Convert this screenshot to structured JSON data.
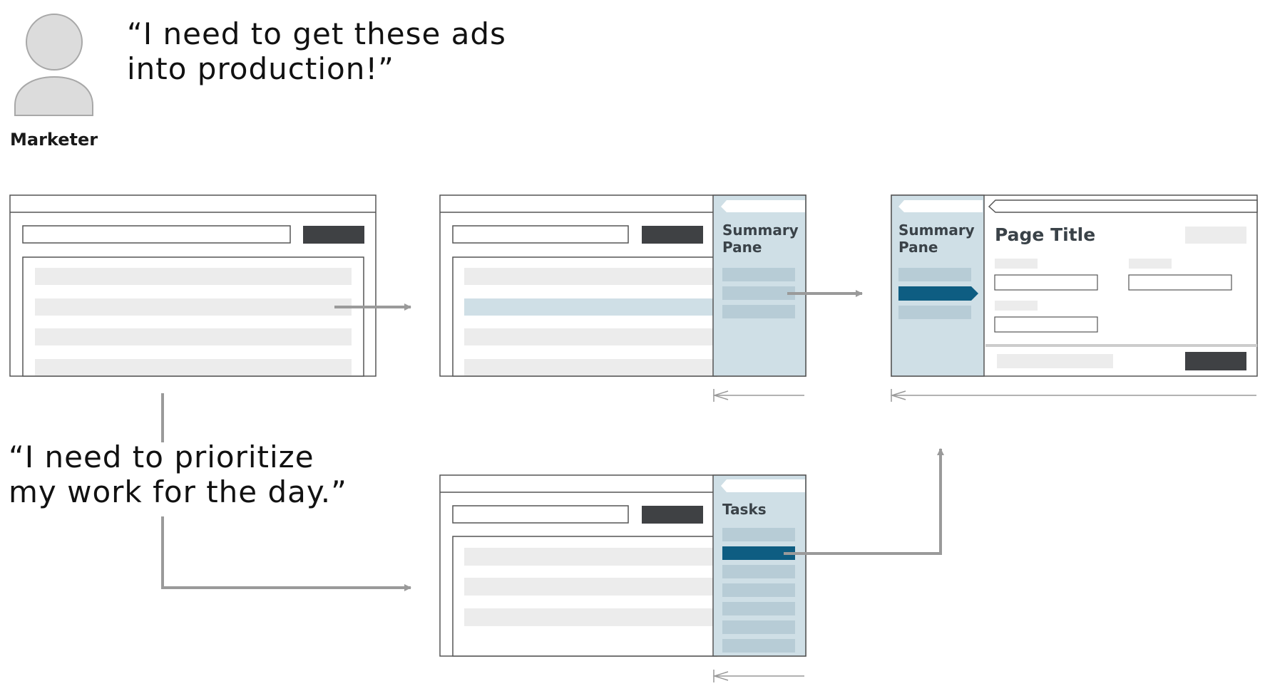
{
  "persona": {
    "role": "Marketer",
    "quote_top": [
      "“I need to get these ads",
      "into production!”"
    ],
    "quote_bottom": [
      "“I need to prioritize",
      "my work for the day.”"
    ]
  },
  "screens": {
    "search_list": {},
    "summary_list": {
      "pane_title": [
        "Summary",
        "Pane"
      ]
    },
    "detail_page": {
      "pane_title": [
        "Summary",
        "Pane"
      ],
      "page_title": "Page Title"
    },
    "tasks_list": {
      "pane_title": "Tasks"
    }
  },
  "colors": {
    "pane_bg": "#cfdfe6",
    "selected_row": "#0e5d82",
    "dark_button": "#3f4144",
    "placeholder_row": "#ececec",
    "arrow": "#9a9a9a",
    "frame_border": "#555555"
  }
}
